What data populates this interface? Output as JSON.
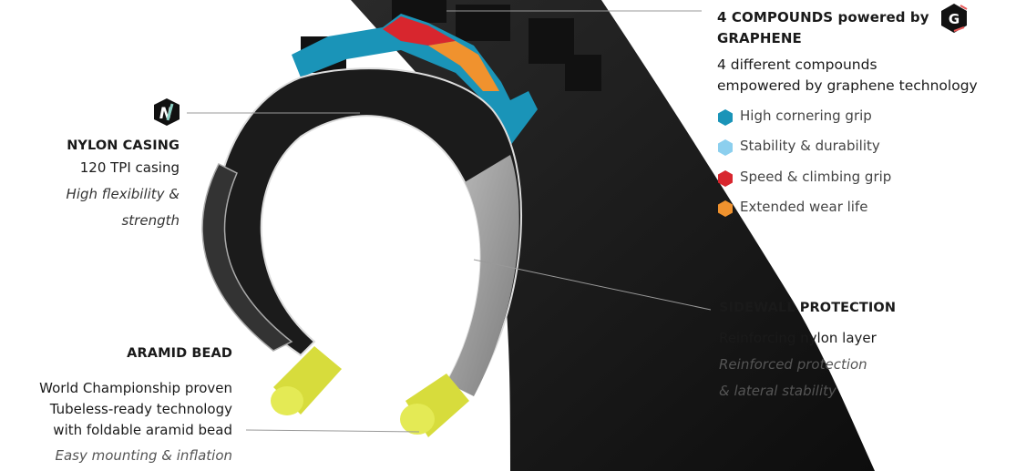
{
  "compounds": {
    "title_line1": "4 COMPOUNDS powered by",
    "title_line2": "GRAPHENE",
    "logo": "graphene-g-logo",
    "desc_line1": "4 different compounds",
    "desc_line2": "empowered by graphene technology",
    "items": [
      {
        "label": "High cornering grip",
        "color": "#1a94b8"
      },
      {
        "label": "Stability & durability",
        "color": "#8ccfee"
      },
      {
        "label": "Speed & climbing grip",
        "color": "#d8262e"
      },
      {
        "label": "Extended wear life",
        "color": "#f0922e"
      }
    ]
  },
  "nylon": {
    "logo": "nylon-n-logo",
    "title": "NYLON CASING",
    "line1": "120 TPI casing",
    "italic1": "High flexibility &",
    "italic2": "strength"
  },
  "sidewall": {
    "title": "SIDEWALL PROTECTION",
    "line1": "Reinforcing nylon layer",
    "italic1": "Reinforced protection",
    "italic2": "& lateral stability"
  },
  "aramid": {
    "title": "ARAMID BEAD",
    "line1": "World Championship proven",
    "line2": "Tubeless-ready technology",
    "line3": "with foldable aramid bead",
    "italic1": "Easy mounting & inflation"
  }
}
